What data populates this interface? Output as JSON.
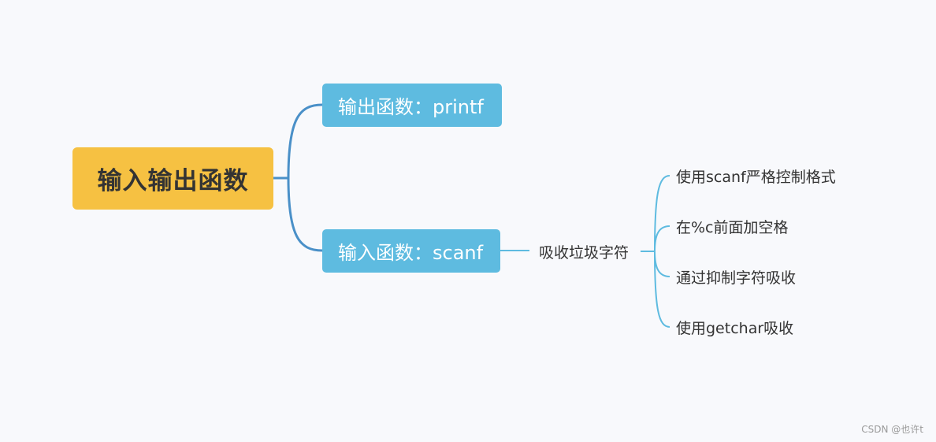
{
  "mindmap": {
    "root": "输入输出函数",
    "branches": [
      {
        "label": "输出函数：printf"
      },
      {
        "label": "输入函数：scanf"
      }
    ],
    "sub": {
      "label": "吸收垃圾字符",
      "leaves": [
        "使用scanf严格控制格式",
        "在%c前面加空格",
        "通过抑制字符吸收",
        "使用getchar吸收"
      ]
    }
  },
  "watermark": "CSDN @也许t",
  "colors": {
    "background": "#f8f9fc",
    "root": "#f6c142",
    "branch": "#5ebbe0",
    "root_connector": "#4a90c8",
    "leaf_connector": "#5ebbe0"
  }
}
